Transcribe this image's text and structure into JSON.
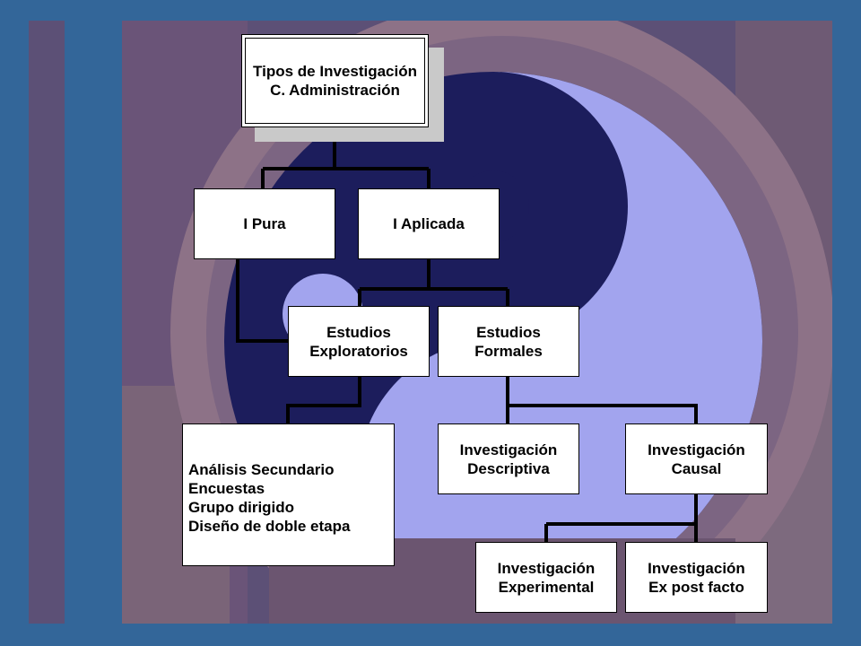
{
  "diagram": {
    "root": [
      "Tipos de",
      "Investigación",
      "C. Administración"
    ],
    "pura": "I Pura",
    "aplicada": "I Aplicada",
    "exploratorios": [
      "Estudios",
      "Exploratorios"
    ],
    "formales": [
      "Estudios",
      "Formales"
    ],
    "metodos": [
      "Análisis Secundario",
      "Encuestas",
      "Grupo dirigido",
      "Diseño de doble etapa"
    ],
    "descriptiva": [
      "Investigación",
      "Descriptiva"
    ],
    "causal": [
      "Investigación",
      "Causal"
    ],
    "experimental": [
      "Investigación",
      "Experimental"
    ],
    "expostfacto": [
      "Investigación",
      "Ex post facto"
    ]
  },
  "colors": {
    "frame": "#336699",
    "background_photo": "#5a4f7a",
    "yin_light": "#a3a5f0",
    "yin_dark": "#1a1c5a",
    "arch": "#8a6f8a"
  }
}
